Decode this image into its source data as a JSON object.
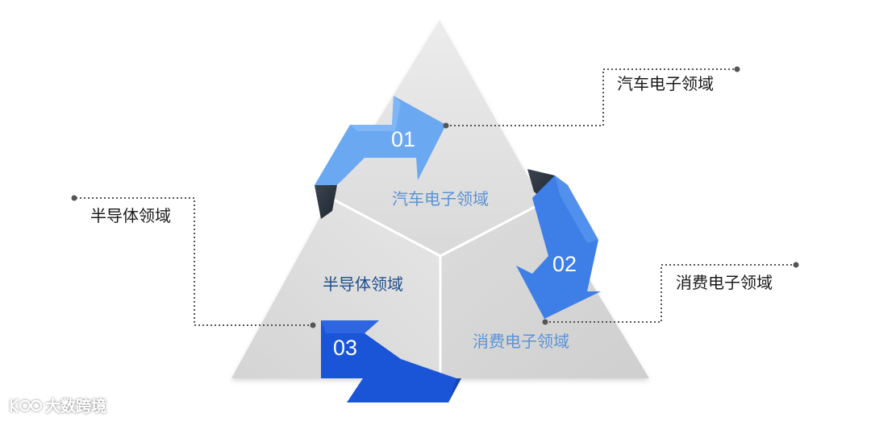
{
  "diagram": {
    "segments": [
      {
        "number": "01",
        "inner_label": "汽车电子领域",
        "outer_label": "汽车电子领域",
        "inner_color": "#5a93d6",
        "arrow_color": "#6aa8f2"
      },
      {
        "number": "02",
        "inner_label": "消费电子领域",
        "outer_label": "消费电子领域",
        "inner_color": "#5a93d6",
        "arrow_color": "#3d7fe6"
      },
      {
        "number": "03",
        "inner_label": "半导体领域",
        "outer_label": "半导体领域",
        "inner_color": "#1f4e8c",
        "arrow_color": "#1a55d8"
      }
    ]
  },
  "watermark": {
    "text": "大数跨境"
  }
}
